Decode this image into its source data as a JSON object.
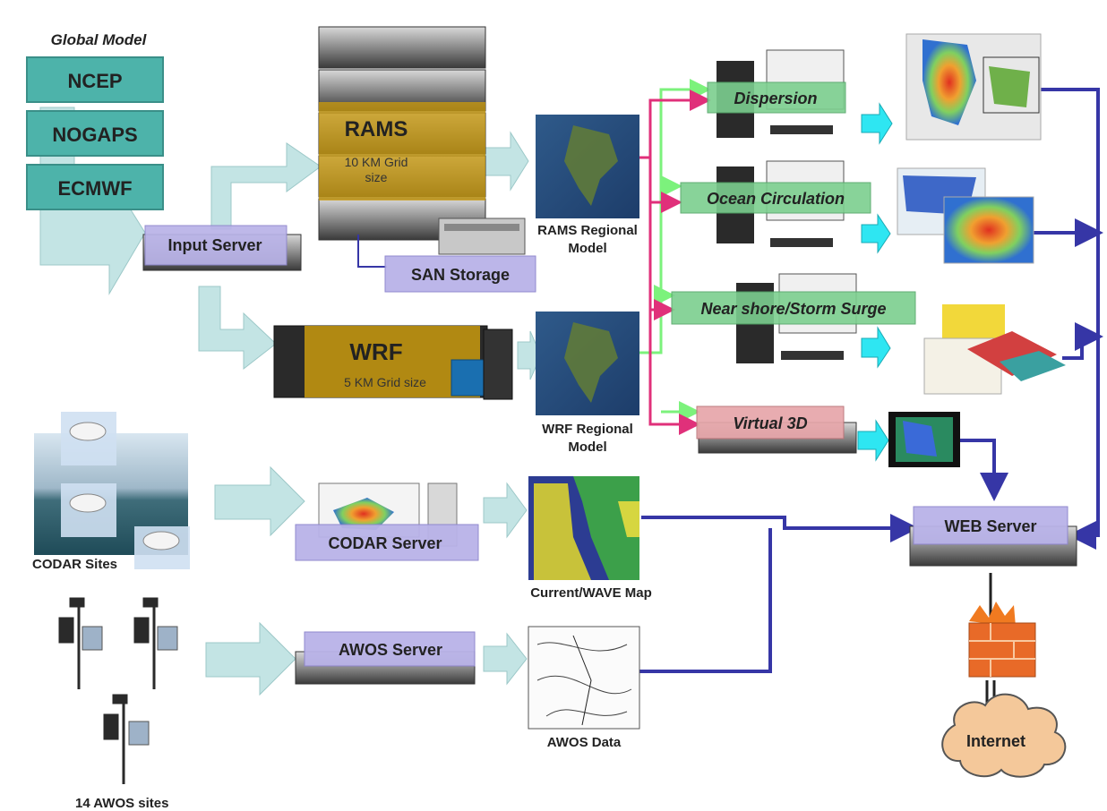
{
  "global_model": {
    "title": "Global Model",
    "models": [
      "NCEP",
      "NOGAPS",
      "ECMWF"
    ]
  },
  "servers": {
    "input": "Input Server",
    "san": "SAN Storage",
    "codar": "CODAR Server",
    "awos": "AWOS Server",
    "web": "WEB Server"
  },
  "rams": {
    "title": "RAMS",
    "grid_line1": "10 KM Grid",
    "grid_line2": "size"
  },
  "wrf": {
    "title": "WRF",
    "grid": "5 KM Grid size"
  },
  "regional": {
    "rams_line1": "RAMS Regional",
    "rams_line2": "Model",
    "wrf_line1": "WRF Regional",
    "wrf_line2": "Model"
  },
  "applications": [
    "Dispersion",
    "Ocean Circulation",
    "Near shore/Storm Surge",
    "Virtual 3D"
  ],
  "sites": {
    "codar": "CODAR  Sites",
    "awos": "14 AWOS sites"
  },
  "data_labels": {
    "current_wave": "Current/WAVE Map",
    "awos_data": "AWOS Data"
  },
  "internet": "Internet",
  "colors": {
    "model_box": "#4db3aa",
    "server_label": "#b9b3e8",
    "app_label": "#7ccf8f",
    "virtual_label": "#e7a6aa",
    "gold_overlay": "#c99a0e",
    "big_arrow": "#c3e4e4",
    "cyan_arrow": "#2ee6f2",
    "link_blue": "#3636a6",
    "link_green": "#7cf27c",
    "link_pink": "#e0307a"
  }
}
